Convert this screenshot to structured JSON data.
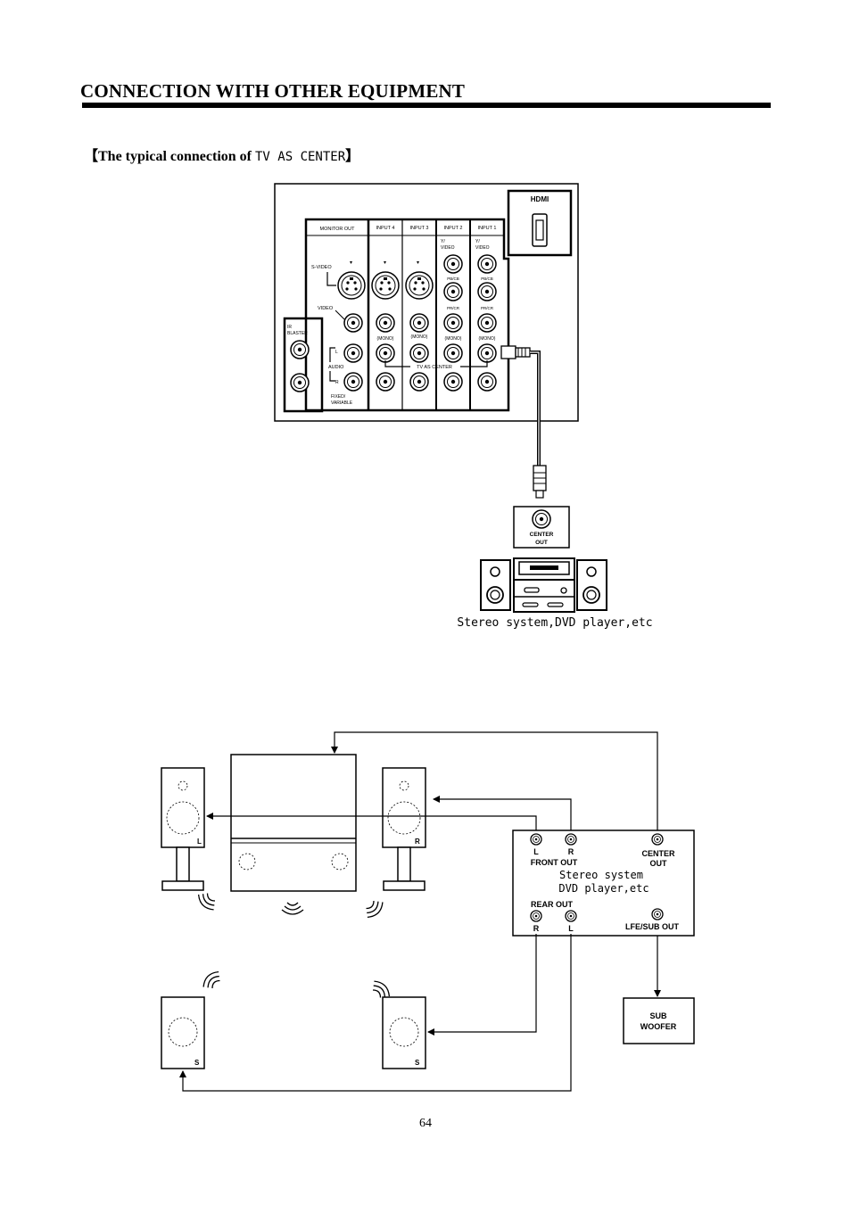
{
  "header": {
    "title": "CONNECTION WITH OTHER EQUIPMENT",
    "section_prefix": "【The typical connection of ",
    "section_mono": "TV AS CENTER",
    "section_suffix": "】"
  },
  "panel": {
    "hdmi": "HDMI",
    "monitor_out": "MONITOR OUT",
    "input4": "INPUT 4",
    "input3": "INPUT 3",
    "input2": "INPUT 2",
    "input1": "INPUT 1",
    "y_video_a": "Y/",
    "y_video_b": "VIDEO",
    "s_video": "S-VIDEO",
    "video": "VIDEO",
    "pb_cb": "PB/CB",
    "pr_cr": "PR/CR",
    "ir_blaster_a": "IR",
    "ir_blaster_b": "BLASTER",
    "mono": "(MONO)",
    "audio": "AUDIO",
    "l": "L",
    "r": "R",
    "tv_as_center": "TV AS CENTER",
    "fixed": "FIXED/",
    "variable": "VARIABLE"
  },
  "center_out": {
    "line1": "CENTER",
    "line2": "OUT"
  },
  "caption_top": "Stereo system,DVD player,etc",
  "surround": {
    "speaker_l": "L",
    "speaker_r": "R",
    "speaker_s": "S",
    "front_l": "L",
    "front_r": "R",
    "front_out": "FRONT OUT",
    "center_out_1": "CENTER",
    "center_out_2": "OUT",
    "system_line1": "Stereo system",
    "system_line2": "DVD player,etc",
    "rear_out": "REAR OUT",
    "rear_r": "R",
    "rear_l": "L",
    "lfe_sub_out": "LFE/SUB OUT",
    "sub_1": "SUB",
    "sub_2": "WOOFER"
  },
  "footer": {
    "page_number": "64"
  }
}
